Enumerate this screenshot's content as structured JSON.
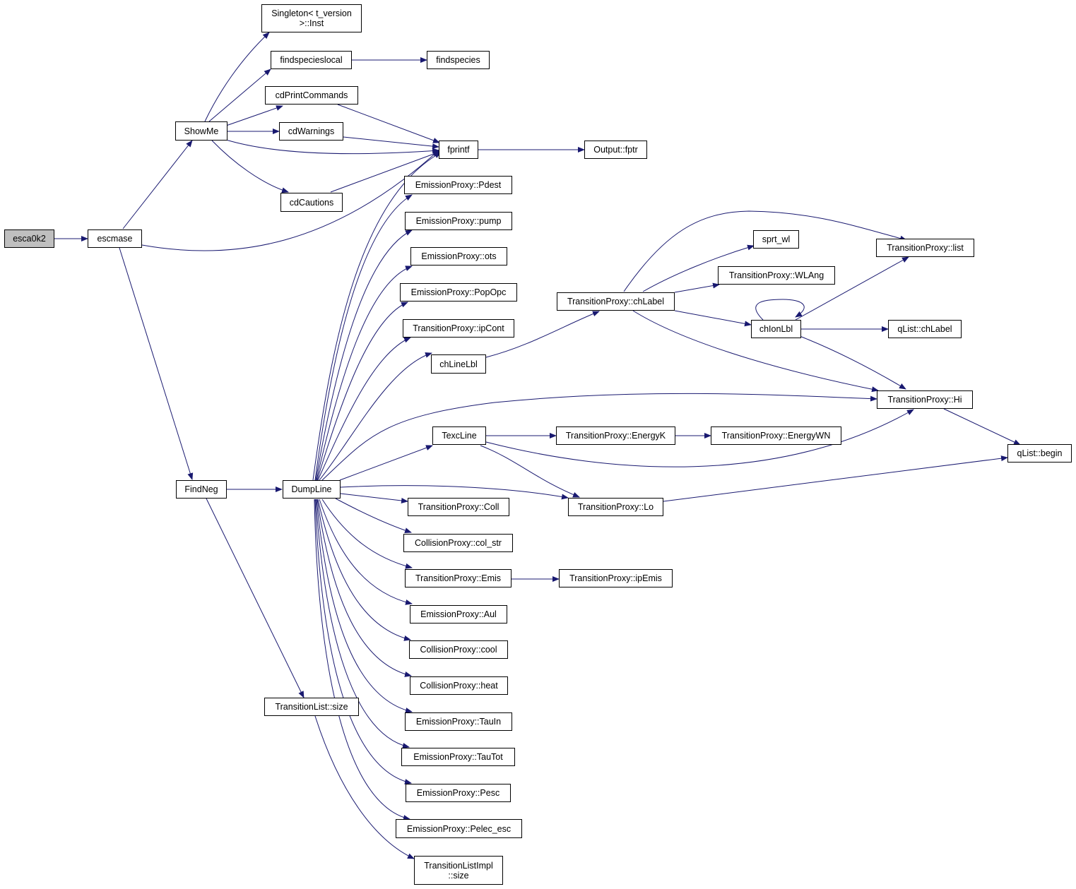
{
  "colors": {
    "edge": "#191970",
    "node_border": "#000000",
    "node_fill": "#ffffff",
    "root_fill": "#bfbfbf"
  },
  "nodes": {
    "esca0k2": "esca0k2",
    "escmase": "escmase",
    "showme": "ShowMe",
    "findneg": "FindNeg",
    "singleton": "Singleton< t_version\n>::Inst",
    "findspecieslocal": "findspecieslocal",
    "findspecies": "findspecies",
    "cdprintcommands": "cdPrintCommands",
    "cdwarnings": "cdWarnings",
    "cdcautions": "cdCautions",
    "fprintf": "fprintf",
    "outputfptr": "Output::fptr",
    "pdest": "EmissionProxy::Pdest",
    "pump": "EmissionProxy::pump",
    "ots": "EmissionProxy::ots",
    "popopc": "EmissionProxy::PopOpc",
    "ipcont": "TransitionProxy::ipCont",
    "chlinelbl": "chLineLbl",
    "texcline": "TexcLine",
    "dumpline": "DumpLine",
    "coll": "TransitionProxy::Coll",
    "colstr": "CollisionProxy::col_str",
    "emis": "TransitionProxy::Emis",
    "aul": "EmissionProxy::Aul",
    "cool": "CollisionProxy::cool",
    "heat": "CollisionProxy::heat",
    "tauin": "EmissionProxy::TauIn",
    "tautot": "EmissionProxy::TauTot",
    "pesc": "EmissionProxy::Pesc",
    "pelecesc": "EmissionProxy::Pelec_esc",
    "tlsize": "TransitionList::size",
    "tlimplsize": "TransitionListImpl\n::size",
    "chlabel": "TransitionProxy::chLabel",
    "sprtwl": "sprt_wl",
    "wlang": "TransitionProxy::WLAng",
    "chionlbl": "chIonLbl",
    "tplist": "TransitionProxy::list",
    "qlistchlabel": "qList::chLabel",
    "hi": "TransitionProxy::Hi",
    "energyk": "TransitionProxy::EnergyK",
    "energywn": "TransitionProxy::EnergyWN",
    "lo": "TransitionProxy::Lo",
    "qlistbegin": "qList::begin",
    "ipemis": "TransitionProxy::ipEmis"
  }
}
